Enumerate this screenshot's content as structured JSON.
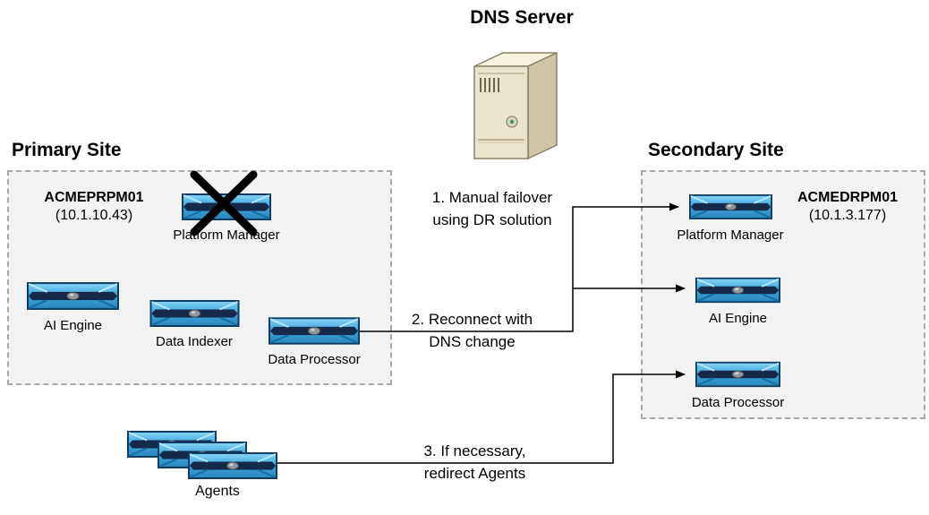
{
  "colors": {
    "appliance_blue": "#3ea7dd",
    "appliance_dark_band": "#15294b",
    "appliance_border": "#0d3c62",
    "server_beige": "#e9e4ca",
    "site_background": "#f2f2f2",
    "site_border": "#a8a8a8",
    "connector": "#000000"
  },
  "dns": {
    "title": "DNS Server",
    "icon": "server-tower-icon"
  },
  "primary_site": {
    "title": "Primary Site",
    "host": "ACMEPRPM01",
    "ip": "(10.1.10.43)",
    "nodes": [
      {
        "label": "Platform Manager",
        "icon": "appliance-icon",
        "status": "failed",
        "status_icon": "black-x-mark-icon"
      },
      {
        "label": "AI Engine",
        "icon": "appliance-icon",
        "status": "ok"
      },
      {
        "label": "Data Indexer",
        "icon": "appliance-icon",
        "status": "ok"
      },
      {
        "label": "Data Processor",
        "icon": "appliance-icon",
        "status": "ok"
      }
    ]
  },
  "secondary_site": {
    "title": "Secondary Site",
    "host": "ACMEDRPM01",
    "ip": "(10.1.3.177)",
    "nodes": [
      {
        "label": "Platform Manager",
        "icon": "appliance-icon",
        "status": "ok"
      },
      {
        "label": "AI Engine",
        "icon": "appliance-icon",
        "status": "ok"
      },
      {
        "label": "Data Processor",
        "icon": "appliance-icon",
        "status": "ok"
      }
    ]
  },
  "agents": {
    "label": "Agents",
    "icon": "appliance-stack-icon",
    "count": 3
  },
  "steps": {
    "step1_line1": "1. Manual failover",
    "step1_line2": "using DR solution",
    "step2_line1": "2. Reconnect with",
    "step2_line2": "DNS change",
    "step3_line1": "3. If necessary,",
    "step3_line2": "redirect Agents"
  }
}
